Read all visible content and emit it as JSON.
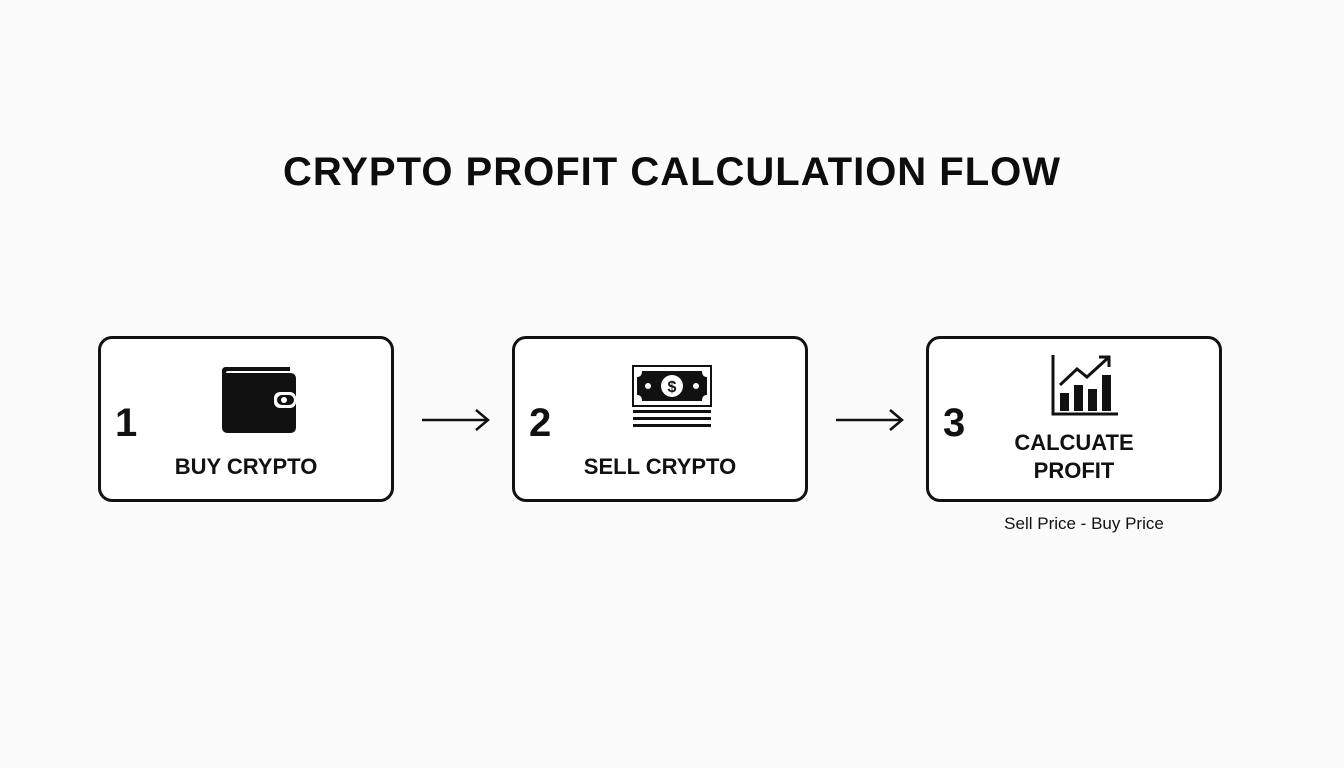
{
  "title": "CRYPTO PROFIT CALCULATION FLOW",
  "steps": [
    {
      "number": "1",
      "label": "BUY CRYPTO",
      "icon": "wallet-icon"
    },
    {
      "number": "2",
      "label": "SELL CRYPTO",
      "icon": "money-stack-icon"
    },
    {
      "number": "3",
      "label_line1": "CALCUATE",
      "label_line2": "PROFIT",
      "icon": "growth-chart-icon",
      "formula": "Sell Price - Buy Price"
    }
  ],
  "connectors": [
    "right-arrow-icon",
    "right-arrow-icon"
  ]
}
